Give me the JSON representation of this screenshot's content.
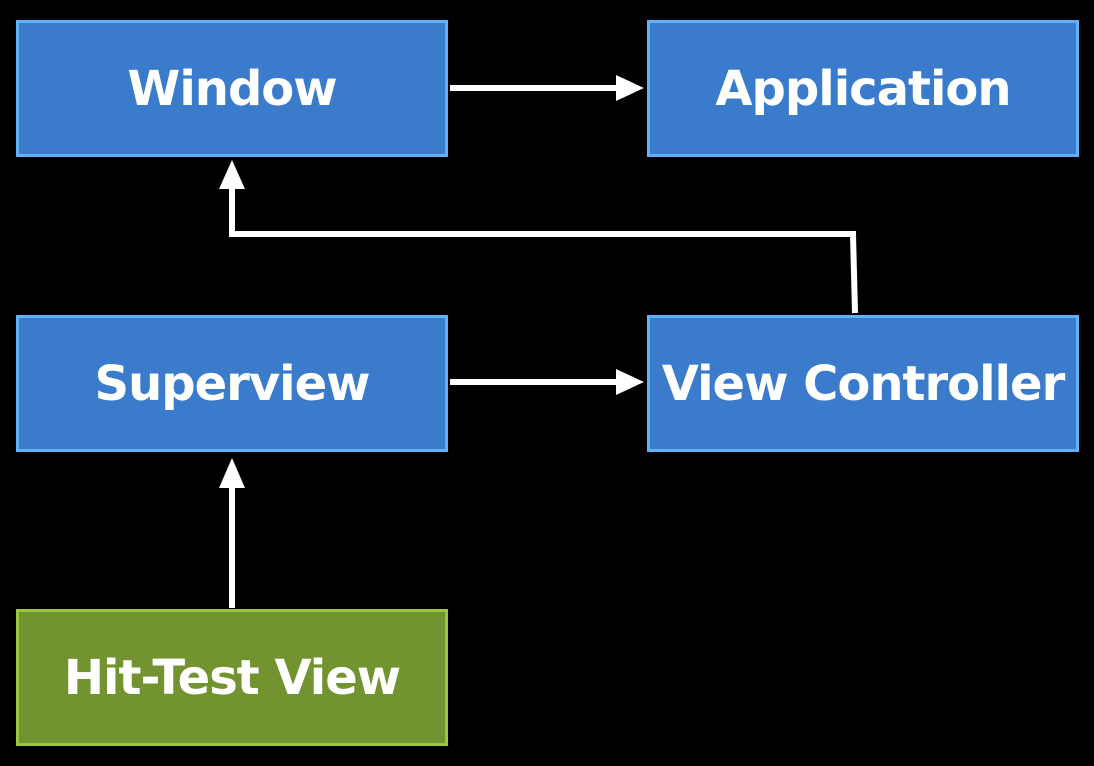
{
  "diagram": {
    "nodes": {
      "window": "Window",
      "application": "Application",
      "superview": "Superview",
      "view_controller": "View Controller",
      "hit_test_view": "Hit-Test View"
    },
    "edges": [
      {
        "from": "Hit-Test View",
        "to": "Superview"
      },
      {
        "from": "Superview",
        "to": "View Controller"
      },
      {
        "from": "View Controller",
        "to": "Window"
      },
      {
        "from": "Window",
        "to": "Application"
      }
    ],
    "colors": {
      "background": "#000000",
      "node_fill": "#3a7bcb",
      "node_border": "#5fb2f3",
      "highlight_fill": "#739230",
      "highlight_border": "#9ac545",
      "arrow": "#ffffff",
      "text": "#ffffff"
    }
  }
}
